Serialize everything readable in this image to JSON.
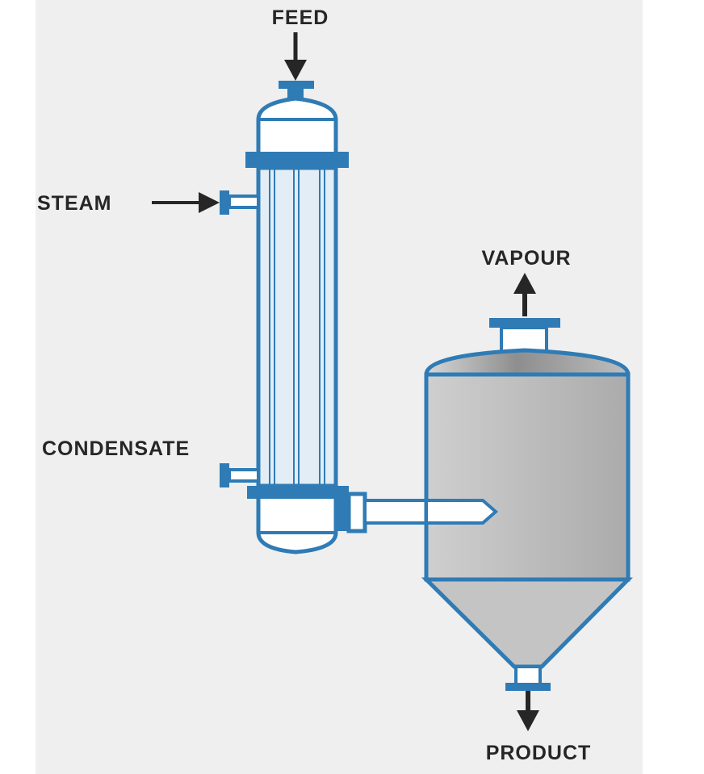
{
  "labels": {
    "feed": "FEED",
    "steam": "STEAM",
    "vapour": "VAPOUR",
    "condensate": "CONDENSATE",
    "product": "PRODUCT"
  },
  "colors": {
    "background_panel": "#efefef",
    "pipe_blue": "#2f7bb5",
    "arrow_dark": "#262626",
    "vessel_gray": "#bdbdbd",
    "tube_light": "#e3edf5"
  }
}
